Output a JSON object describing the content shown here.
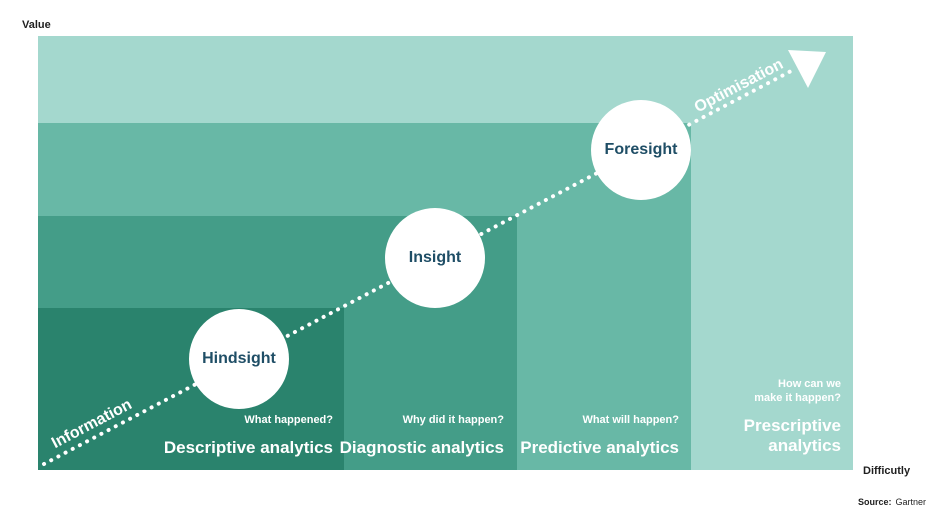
{
  "axes": {
    "y_label": "Value",
    "x_label": "Difficutly"
  },
  "source": {
    "label": "Source:",
    "value": "Gartner"
  },
  "stages": [
    {
      "question": "What happened?",
      "name": "Descriptive analytics",
      "milestone": "Hindsight"
    },
    {
      "question": "Why did it happen?",
      "name": "Diagnostic analytics",
      "milestone": "Insight"
    },
    {
      "question": "What will happen?",
      "name": "Predictive analytics",
      "milestone": "Foresight"
    },
    {
      "question_line1": "How can we",
      "question_line2": "make it happen?",
      "name_line1": "Prescriptive",
      "name_line2": "analytics"
    }
  ],
  "arrow": {
    "start_label": "Information",
    "end_label": "Optimisation"
  },
  "colors": {
    "level1": "#2a836d",
    "level2": "#449d88",
    "level3": "#68b8a6",
    "level4": "#a4d8ce",
    "milestone_text": "#1f4e66",
    "arrow": "#ffffff"
  }
}
